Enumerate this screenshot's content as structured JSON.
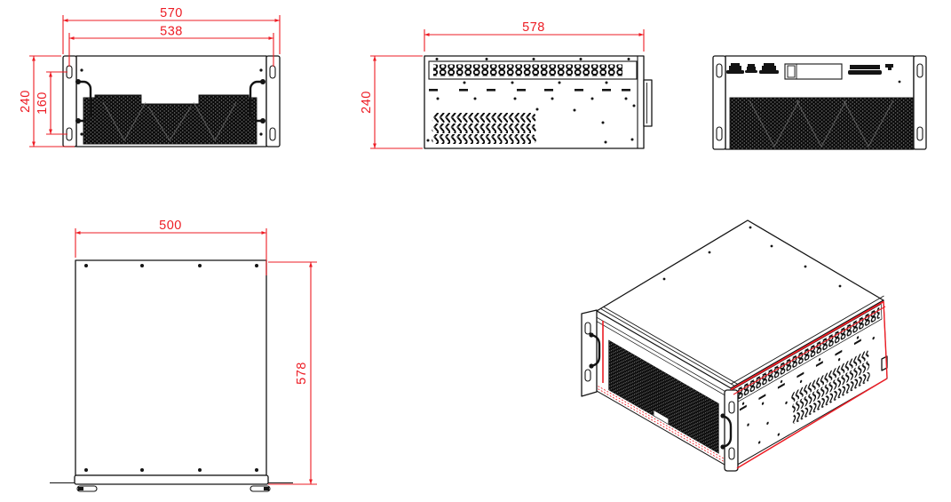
{
  "colors": {
    "dimension_red": "#ed1c24",
    "line_black": "#141414",
    "background": "#ffffff"
  },
  "views": {
    "front": {
      "dim_width_outer": "570",
      "dim_width_mounting": "538",
      "dim_height": "240",
      "dim_mounting_height": "160"
    },
    "side": {
      "dim_depth": "578",
      "dim_height": "240"
    },
    "top": {
      "dim_width": "500",
      "dim_depth": "578"
    }
  }
}
